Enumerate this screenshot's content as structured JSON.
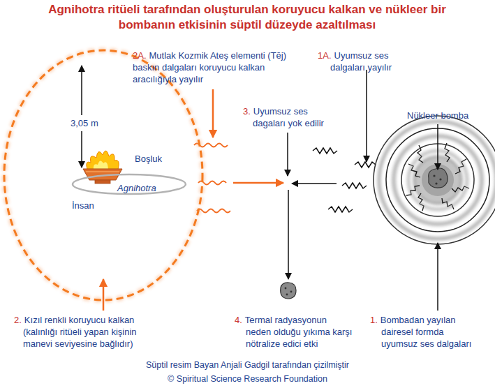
{
  "diagram": {
    "title": "Agnihotra ritüeli tarafından oluşturulan koruyucu kalkan ve nükleer bir bombanın etkisinin süptil düzeyde azaltılması",
    "caption": "Süptil resim Bayan Anjali Gadgil tarafından çizilmiştir",
    "nodes": [
      {
        "text": [
          "3,05 m",
          "İnsan"
        ]
      },
      {
        "text": [
          "Boşluk",
          "Agnihotra"
        ],
        "in": 0
      },
      {
        "text": [
          "Nükleer bomba"
        ]
      }
    ],
    "labels": [
      "2A.",
      "Mutlak Kozmik Ateş elementi (Tēj) baskın dalgaları koruyucu kalkan aracılığıyla yayılır",
      "1A.",
      "Uyumsuz ses dalgaları yayılır",
      "3.",
      "Uyumsuz ses dagaları yok edilir",
      "2.",
      "Kızıl renkli koruyucu kalkan (kalınlığı ritüeli yapan kişinin manevi seviyesine bağlıdır)",
      "4.",
      "Termal radyasyonun neden olduğu yıkıma karşı nötralize edici etki",
      "1.",
      "Bombadan yayılan dairesel formda uyumsuz ses dalgaları",
      "© Spiritual Science Research Foundation"
    ]
  }
}
